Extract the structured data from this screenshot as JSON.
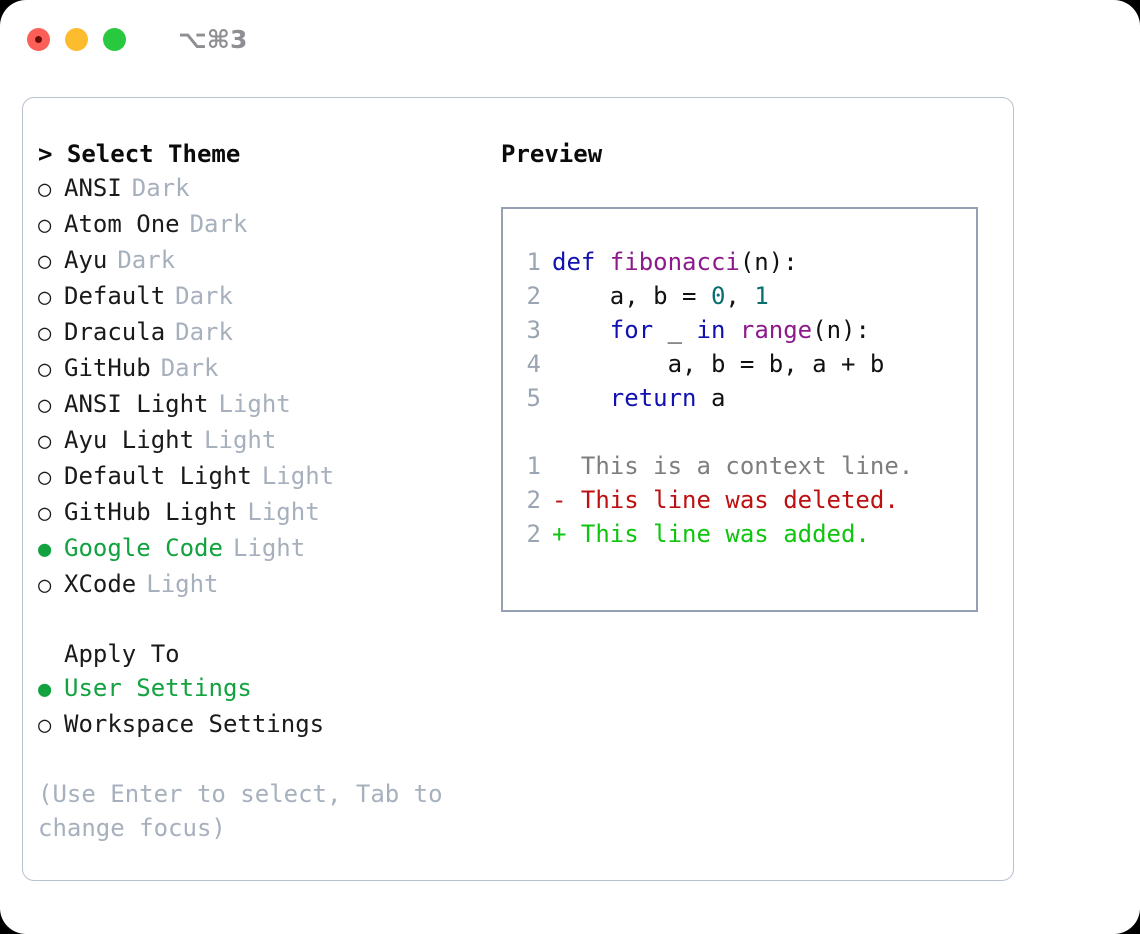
{
  "window": {
    "shortcut": "⌥⌘3",
    "traffic_lights": [
      "close",
      "minimize",
      "zoom"
    ]
  },
  "theme_picker": {
    "title": "> Select Theme",
    "options": [
      {
        "marker": "○",
        "name": "ANSI",
        "category": "Dark",
        "selected": false
      },
      {
        "marker": "○",
        "name": "Atom One",
        "category": "Dark",
        "selected": false
      },
      {
        "marker": "○",
        "name": "Ayu",
        "category": "Dark",
        "selected": false
      },
      {
        "marker": "○",
        "name": "Default",
        "category": "Dark",
        "selected": false
      },
      {
        "marker": "○",
        "name": "Dracula",
        "category": "Dark",
        "selected": false
      },
      {
        "marker": "○",
        "name": "GitHub",
        "category": "Dark",
        "selected": false
      },
      {
        "marker": "○",
        "name": "ANSI Light",
        "category": "Light",
        "selected": false
      },
      {
        "marker": "○",
        "name": "Ayu Light",
        "category": "Light",
        "selected": false
      },
      {
        "marker": "○",
        "name": "Default Light",
        "category": "Light",
        "selected": false
      },
      {
        "marker": "○",
        "name": "GitHub Light",
        "category": "Light",
        "selected": false
      },
      {
        "marker": "●",
        "name": "Google Code",
        "category": "Light",
        "selected": true
      },
      {
        "marker": "○",
        "name": "XCode",
        "category": "Light",
        "selected": false
      }
    ]
  },
  "apply_to": {
    "heading": "Apply To",
    "options": [
      {
        "marker": "●",
        "name": "User Settings",
        "selected": true
      },
      {
        "marker": "○",
        "name": "Workspace Settings",
        "selected": false
      }
    ]
  },
  "footer_hint": "(Use Enter to select, Tab to change focus)",
  "preview": {
    "title": "Preview",
    "code_lines": [
      {
        "num": "1",
        "tokens": [
          {
            "t": "def ",
            "c": "kw"
          },
          {
            "t": "fibonacci",
            "c": "fn"
          },
          {
            "t": "(n):",
            "c": "pl"
          }
        ]
      },
      {
        "num": "2",
        "tokens": [
          {
            "t": "    a, b = ",
            "c": "pl"
          },
          {
            "t": "0",
            "c": "num"
          },
          {
            "t": ", ",
            "c": "pl"
          },
          {
            "t": "1",
            "c": "num"
          }
        ]
      },
      {
        "num": "3",
        "tokens": [
          {
            "t": "    ",
            "c": "pl"
          },
          {
            "t": "for",
            "c": "kw"
          },
          {
            "t": " _ ",
            "c": "pl"
          },
          {
            "t": "in",
            "c": "kw"
          },
          {
            "t": " ",
            "c": "pl"
          },
          {
            "t": "range",
            "c": "fn"
          },
          {
            "t": "(n):",
            "c": "pl"
          }
        ]
      },
      {
        "num": "4",
        "tokens": [
          {
            "t": "        a, b = b, a + b",
            "c": "pl"
          }
        ]
      },
      {
        "num": "5",
        "tokens": [
          {
            "t": "    ",
            "c": "pl"
          },
          {
            "t": "return",
            "c": "kw"
          },
          {
            "t": " a",
            "c": "pl"
          }
        ]
      }
    ],
    "diff_lines": [
      {
        "num": "1",
        "text": "  This is a context line.",
        "kind": "ctx"
      },
      {
        "num": "2",
        "text": "- This line was deleted.",
        "kind": "del"
      },
      {
        "num": "2",
        "text": "+ This line was added.",
        "kind": "add"
      }
    ]
  },
  "colors": {
    "accent_green": "#12a23f",
    "muted": "#a7b0bd",
    "keyword": "#1111b0",
    "function": "#8c1a8c",
    "number": "#0b6e6e",
    "diff_removed": "#bd1010",
    "diff_added": "#10c410",
    "panel_border": "#b9c1ce",
    "preview_border": "#95a1b3"
  }
}
